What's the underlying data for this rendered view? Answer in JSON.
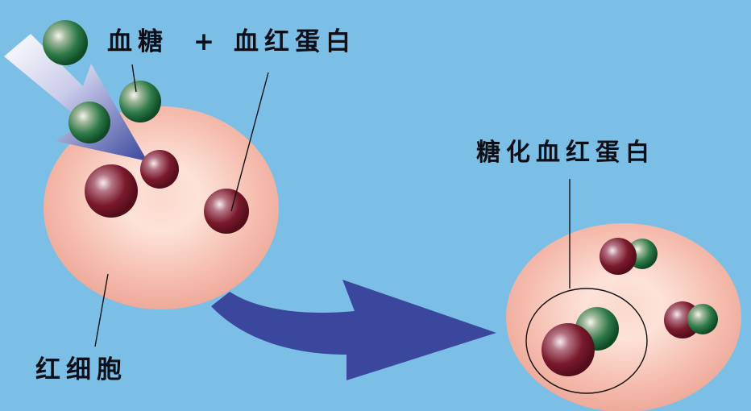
{
  "labels": {
    "glucose": "血糖",
    "plus": "+",
    "hemoglobin": "血红蛋白",
    "glycated_hemoglobin": "糖化血红蛋白",
    "red_blood_cell": "红细胞"
  },
  "colors": {
    "background": "#7bbfe6",
    "cell": "#f2b4a8",
    "glucose": "#1f6b3a",
    "hemoglobin": "#7a1a2c",
    "arrow": "#3a479c",
    "text": "#0d0f18"
  }
}
